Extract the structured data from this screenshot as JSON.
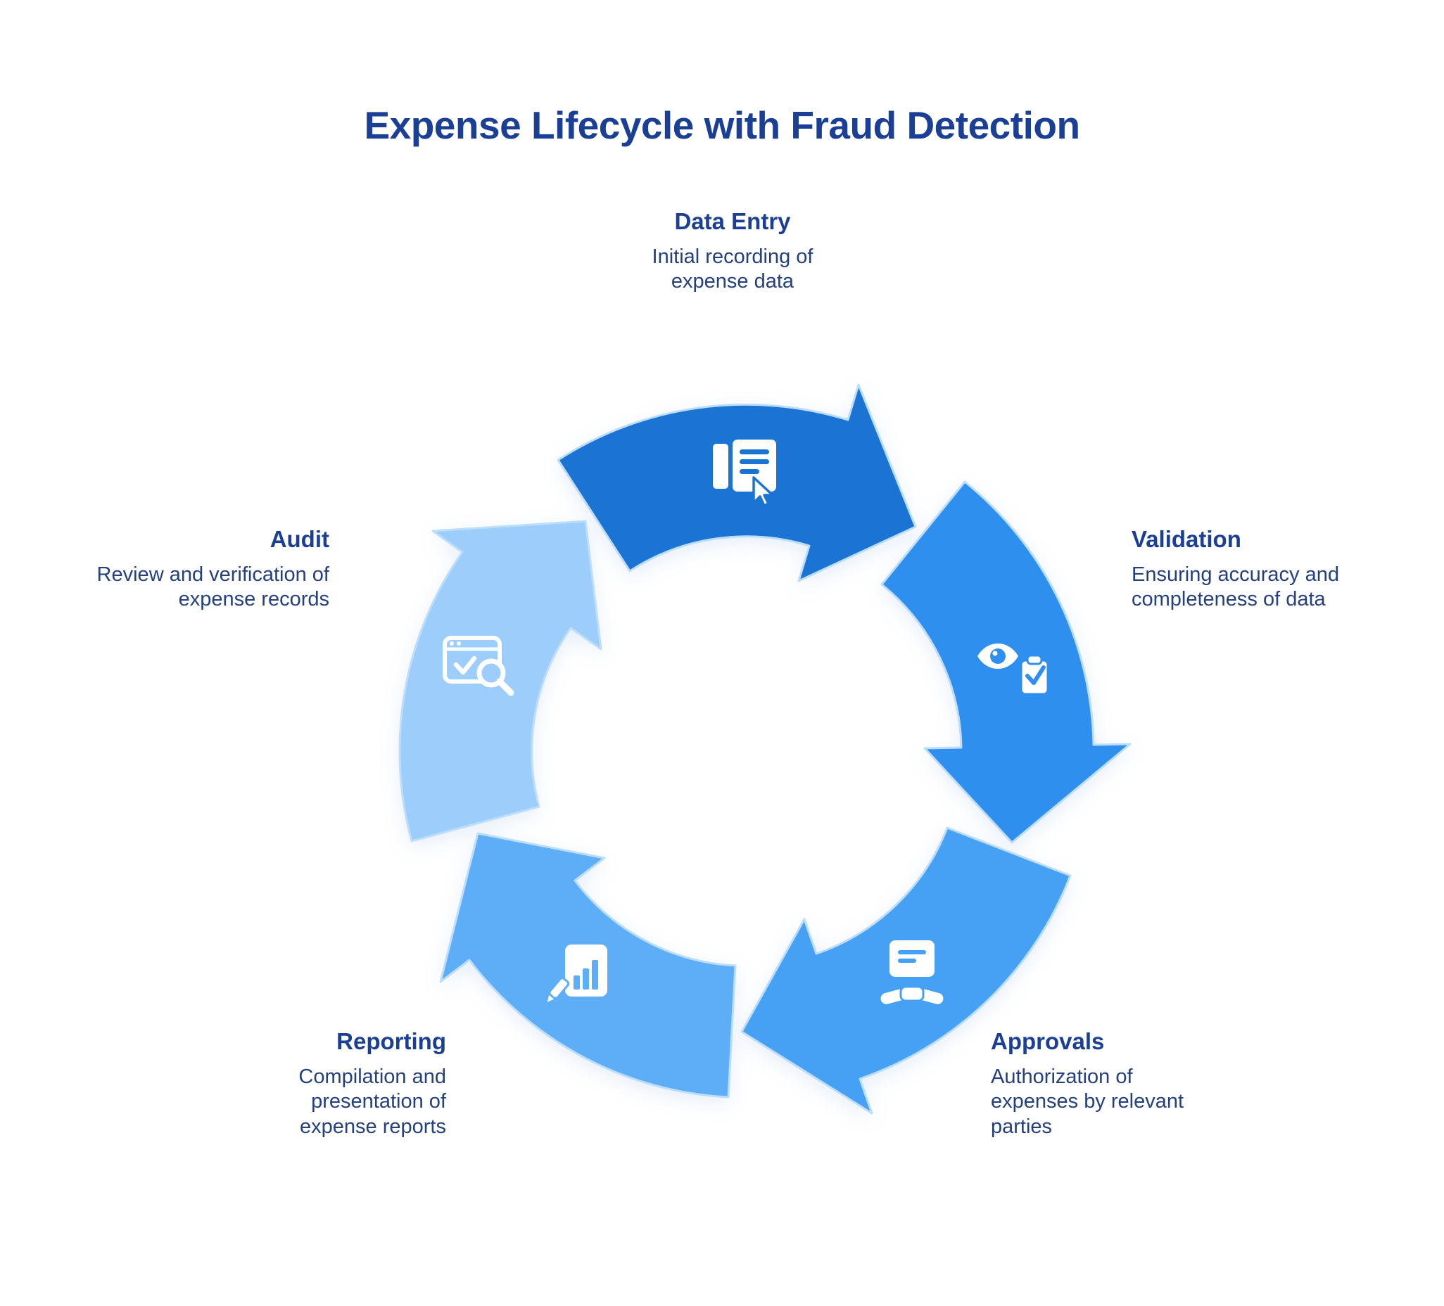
{
  "title": "Expense Lifecycle with Fraud Detection",
  "theme": {
    "background": "#FFFFFF",
    "title_color": "#1B3F94",
    "heading_color": "#1B3F94",
    "body_color": "#24407F",
    "arrow_outline": "#BCDEFB",
    "icon_color": "#FFFFFF"
  },
  "diagram": {
    "type": "cycle",
    "flow": "clockwise",
    "stage_count": 5,
    "stages": [
      {
        "name": "Data Entry",
        "description": "Initial recording of expense data",
        "color": "#1B74D3",
        "icon": "ledger-cursor-icon",
        "position": "top"
      },
      {
        "name": "Validation",
        "description": "Ensuring accuracy and completeness of data",
        "color": "#2E8FEF",
        "icon": "eye-clipboard-check-icon",
        "position": "right"
      },
      {
        "name": "Approvals",
        "description": "Authorization of expenses by relevant parties",
        "color": "#46A0F4",
        "icon": "document-handshake-icon",
        "position": "bottom-right"
      },
      {
        "name": "Reporting",
        "description": "Compilation and presentation of expense reports",
        "color": "#5EADF7",
        "icon": "document-chart-pencil-icon",
        "position": "bottom-left"
      },
      {
        "name": "Audit",
        "description": "Review and verification of expense records",
        "color": "#9CCDFB",
        "icon": "window-check-magnifier-icon",
        "position": "left"
      }
    ]
  }
}
